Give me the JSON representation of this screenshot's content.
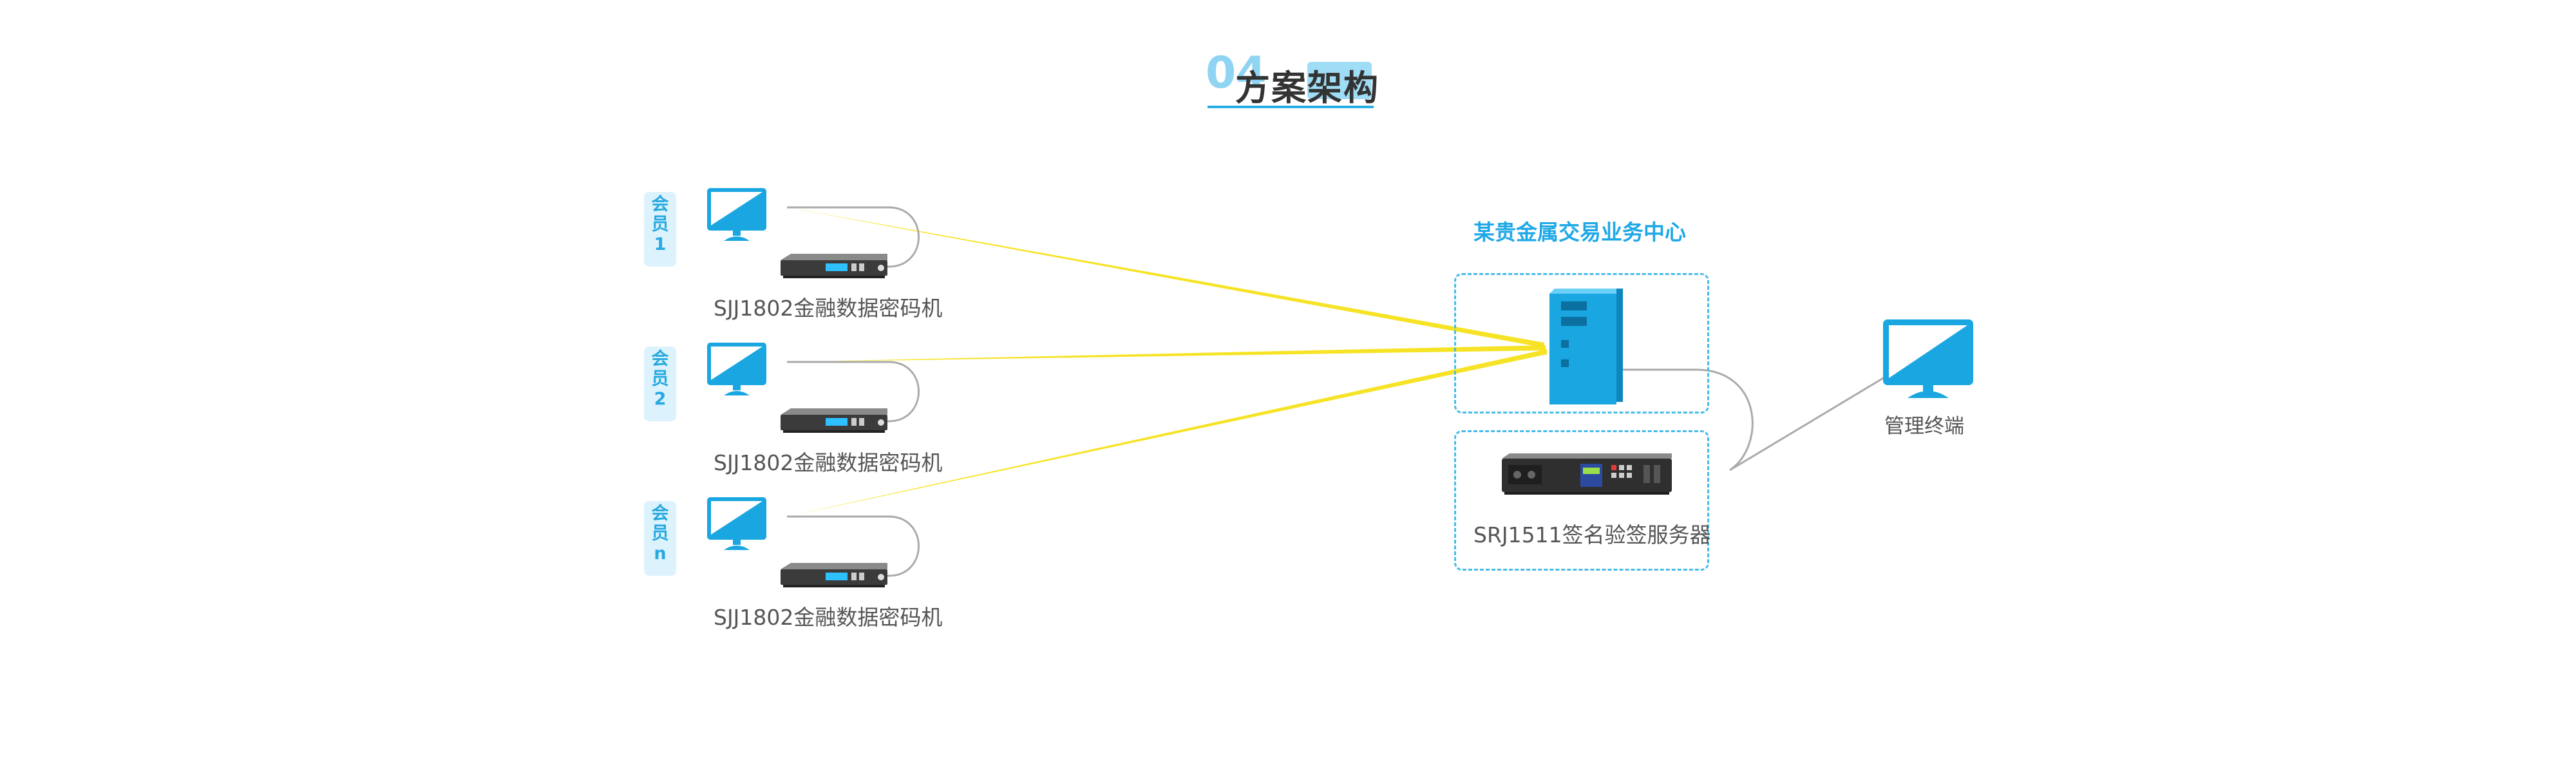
{
  "title": {
    "number": "04",
    "text_plain": "方案",
    "text_highlight": "架构"
  },
  "members": [
    {
      "tag": [
        "会",
        "员",
        "1"
      ],
      "device_label": "SJJ1802金融数据密码机"
    },
    {
      "tag": [
        "会",
        "员",
        "2"
      ],
      "device_label": "SJJ1802金融数据密码机"
    },
    {
      "tag": [
        "会",
        "员",
        "n"
      ],
      "device_label": "SJJ1802金融数据密码机"
    }
  ],
  "center": {
    "title": "某贵金属交易业务中心",
    "server_label": "SRJ1511签名验签服务器"
  },
  "terminal": {
    "label": "管理终端"
  },
  "colors": {
    "accent": "#2aaee6",
    "link": "#f5e21a",
    "wire": "#aaaaaa",
    "device_dark": "#3b3b3b"
  }
}
